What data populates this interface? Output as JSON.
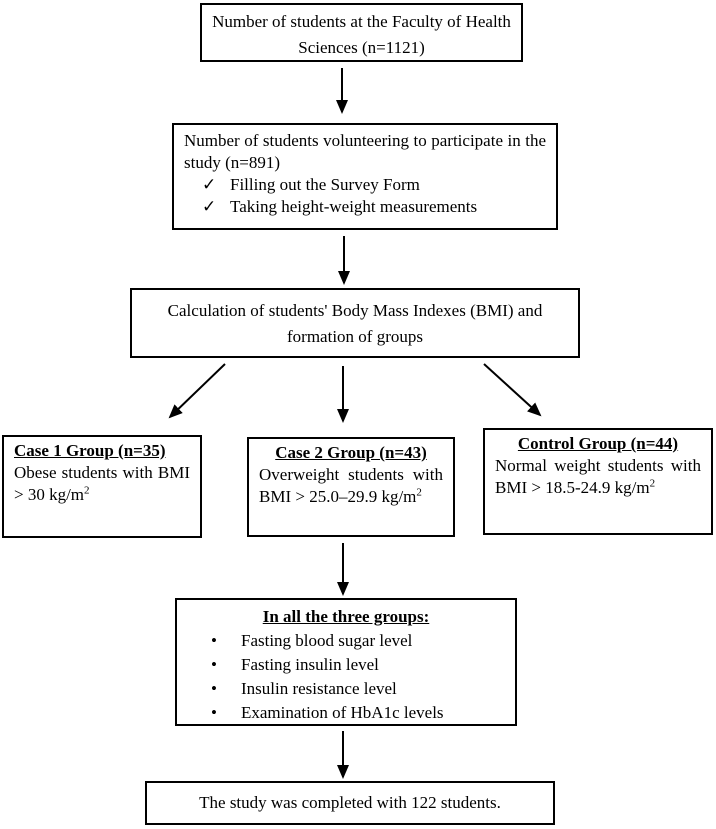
{
  "page": {
    "background_color": "#ffffff",
    "line_color": "#000000",
    "text_color": "#000000"
  },
  "diagram": {
    "type": "flowchart",
    "boxes": {
      "faculty": {
        "text": "Number of students at the Faculty of Health Sciences (n=1121)"
      },
      "volunteers": {
        "intro": "Number of students volunteering to participate in the study (n=891)",
        "check_glyph": "✓",
        "items": [
          "Filling out the Survey Form",
          "Taking height-weight measurements"
        ]
      },
      "bmi_calc": {
        "text": "Calculation of students' Body Mass Indexes (BMI) and formation of groups"
      },
      "case1": {
        "title": "Case 1 Group (n=35)",
        "body": "Obese students with BMI > 30 kg/m",
        "superscript": "2"
      },
      "case2": {
        "title": "Case 2 Group (n=43)",
        "body": "Overweight students with BMI > 25.0–29.9 kg/m",
        "superscript": "2"
      },
      "control": {
        "title": "Control Group (n=44)",
        "body": "Normal weight students with BMI > 18.5-24.9 kg/m",
        "superscript": "2"
      },
      "tests": {
        "title": "In all the three groups:",
        "bullet_glyph": "•",
        "items": [
          "Fasting blood sugar level",
          "Fasting insulin level",
          "Insulin resistance level",
          "Examination of HbA1c levels"
        ]
      },
      "completion": {
        "text": "The study was completed with 122 students."
      }
    },
    "edges": [
      {
        "from": "faculty",
        "to": "volunteers"
      },
      {
        "from": "volunteers",
        "to": "bmi_calc"
      },
      {
        "from": "bmi_calc",
        "to": "case1"
      },
      {
        "from": "bmi_calc",
        "to": "case2"
      },
      {
        "from": "bmi_calc",
        "to": "control"
      },
      {
        "from": "case2",
        "to": "tests"
      },
      {
        "from": "tests",
        "to": "completion"
      }
    ]
  }
}
